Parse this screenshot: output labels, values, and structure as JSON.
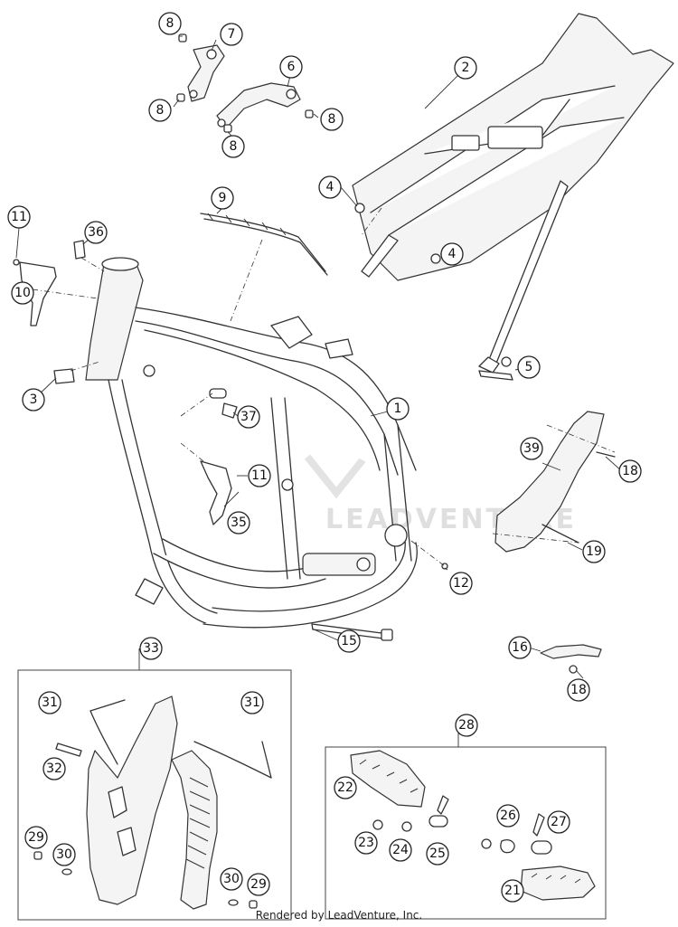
{
  "callouts": [
    "1",
    "2",
    "3",
    "4",
    "4",
    "5",
    "6",
    "7",
    "8",
    "8",
    "8",
    "8",
    "9",
    "10",
    "11",
    "11",
    "12",
    "15",
    "16",
    "18",
    "18",
    "19",
    "21",
    "22",
    "23",
    "24",
    "25",
    "26",
    "27",
    "28",
    "29",
    "29",
    "30",
    "30",
    "31",
    "31",
    "32",
    "33",
    "35",
    "36",
    "37",
    "39"
  ],
  "watermark": "LEADVENTURE",
  "footer": "Rendered by LeadVenture, Inc."
}
